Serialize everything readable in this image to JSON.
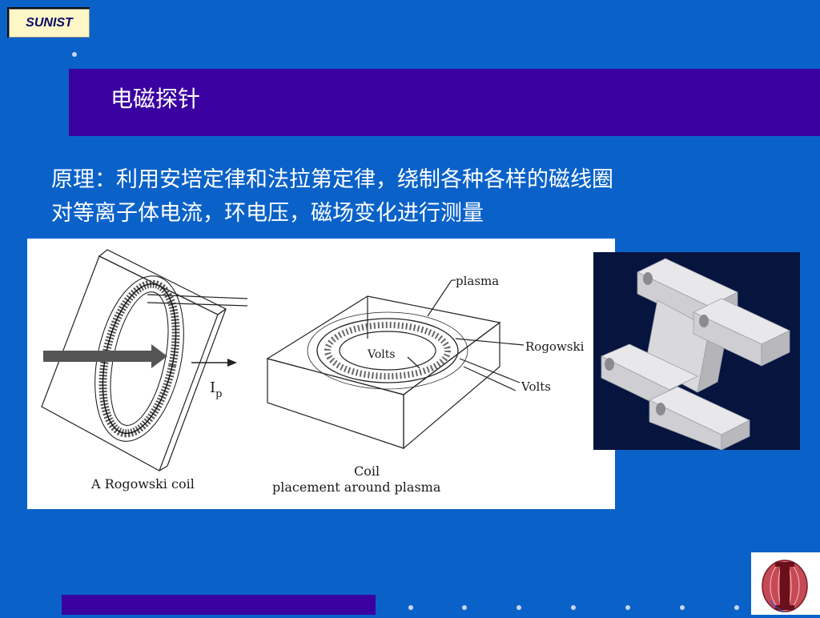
{
  "logo": {
    "text": "SUNIST"
  },
  "slide": {
    "title": "电磁探针",
    "body_line1": "原理：利用安培定律和法拉第定律，绕制各种各样的磁线圈",
    "body_line2": "对等离子体电流，环电压，磁场变化进行测量"
  },
  "figure_left": {
    "label_ip": "I",
    "label_ip_sub": "p",
    "caption_left": "A Rogowski coil",
    "label_plasma": "plasma",
    "label_rogowski": "Rogowski",
    "label_volts_inner": "Volts",
    "label_volts_outer": "Volts",
    "caption_right_line1": "Coil",
    "caption_right_line2": "placement around  plasma"
  },
  "colors": {
    "background": "#0a62c9",
    "bar": "#3a00a0",
    "logo_bg": "#fdf6c6",
    "figure_right_bg": "#06143e"
  }
}
